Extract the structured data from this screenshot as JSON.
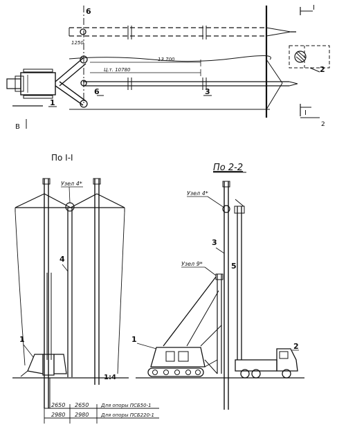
{
  "plan": {
    "callouts": [
      "1",
      "2",
      "3",
      "6",
      "6"
    ],
    "dim_top": "1250",
    "dim_a": "13 700",
    "dim_b": "Ц.т. 10780",
    "section_marks": [
      "I",
      "I",
      "2",
      "2"
    ],
    "side_mark": "В"
  },
  "section_1": {
    "title": "По I-I",
    "node_label": "Узел 4*",
    "callouts": [
      "1",
      "4"
    ],
    "slope": "1:4"
  },
  "section_2": {
    "title": "По 2-2",
    "node_top": "Узел 4*",
    "node_mid": "Узел 9*",
    "callouts": [
      "1",
      "2",
      "3",
      "5"
    ]
  },
  "dims_table": [
    {
      "a": "2650",
      "b": "2650",
      "note": "Для опоры ПСБ50-1"
    },
    {
      "a": "2980",
      "b": "2980",
      "note": "Для опоры ПСБ220-1"
    }
  ]
}
